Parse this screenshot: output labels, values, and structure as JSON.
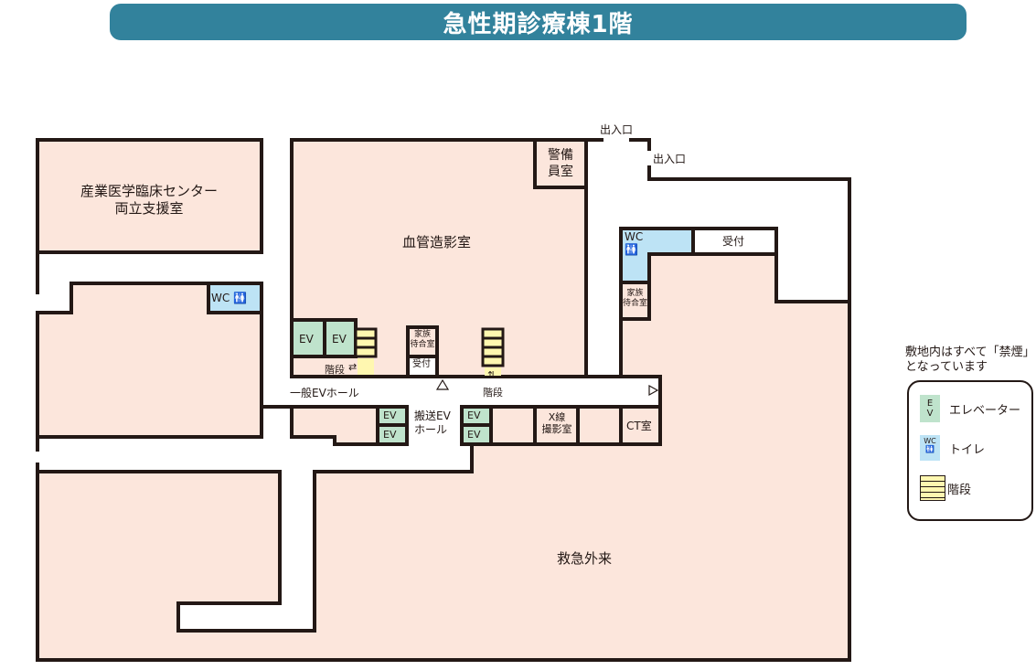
{
  "title": "急性期診療棟1階",
  "colors": {
    "title_bg": "#32829c",
    "room_fill": "#fce6dc",
    "elevator_fill": "#bfe3cc",
    "toilet_fill": "#bde3f5",
    "stairs_fill": "#fff7b0",
    "wall": "#231815",
    "corridor": "#ffffff"
  },
  "rooms": {
    "occupational_center": "産業医学臨床センター",
    "occupational_center_line2": "両立支援室",
    "angiography": "血管造影室",
    "security": "警備",
    "security_line2": "員室",
    "emergency": "救急外来",
    "xray": "X線",
    "xray_line2": "撮影室",
    "ct": "CT室",
    "reception_east": "受付",
    "reception_center": "受付",
    "family_wait_center": "家族",
    "family_wait_center_line2": "待合室",
    "family_wait_east": "家族",
    "family_wait_east_line2": "待合室"
  },
  "labels": {
    "entrance_north": "出入口",
    "entrance_east": "出入口",
    "general_ev_hall": "一般EVホール",
    "transport_ev_hall": "搬送EV",
    "transport_ev_hall_line2": "ホール",
    "stairs_west": "階段",
    "stairs_center": "階段",
    "wc_west": "WC",
    "wc_east": "WC",
    "ev": [
      "EV",
      "EV",
      "EV",
      "EV",
      "EV",
      "EV"
    ]
  },
  "legend": {
    "note_line1": "敷地内はすべて「禁煙」",
    "note_line2": "となっています",
    "items": [
      {
        "icon": "elevator-icon",
        "chip": "E\nV",
        "label": "エレベーター"
      },
      {
        "icon": "toilet-icon",
        "chip": "WC",
        "label": "トイレ"
      },
      {
        "icon": "stairs-icon",
        "chip": "",
        "label": "階段"
      }
    ]
  }
}
